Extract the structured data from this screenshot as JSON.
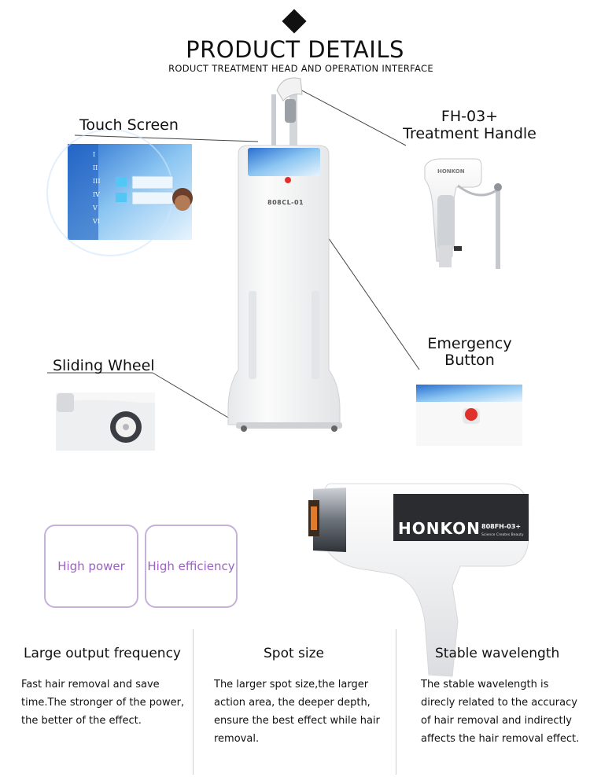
{
  "header": {
    "title": "PRODUCT DETAILS",
    "subtitle": "RODUCT TREATMENT HEAD AND OPERATION INTERFACE"
  },
  "callouts": {
    "touch_screen": "Touch Screen",
    "handle_line1": "FH-03+",
    "handle_line2": "Treatment Handle",
    "sliding_wheel": "Sliding Wheel",
    "emergency_line1": "Emergency",
    "emergency_line2": "Button"
  },
  "machine": {
    "model": "808CL-01"
  },
  "screen_inset": {
    "roman_numerals": [
      "I",
      "II",
      "III",
      "IV",
      "V",
      "VI"
    ]
  },
  "handpiece": {
    "brand": "HONKON",
    "model": "808FH-03+",
    "tagline": "Science Creates Beauty",
    "inset_brand": "HONKON"
  },
  "tiles": {
    "high_power": "High power",
    "high_efficiency": "High efficiency"
  },
  "features": [
    {
      "title": "Large output frequency",
      "text": "Fast hair removal and save time.The stronger of the power, the better of the effect."
    },
    {
      "title": "Spot size",
      "text": "The larger spot size,the larger action area, the deeper depth, ensure the best effect while hair removal."
    },
    {
      "title": "Stable wavelength",
      "text": "The stable wavelength is direcly related to the accuracy of hair removal and indirectly affects the hair removal effect."
    }
  ],
  "colors": {
    "tile_border": "#c7b0d9",
    "tile_text": "#9a62c0",
    "emergency_red": "#e0302c",
    "screen_blue": "#3f8ee0"
  }
}
